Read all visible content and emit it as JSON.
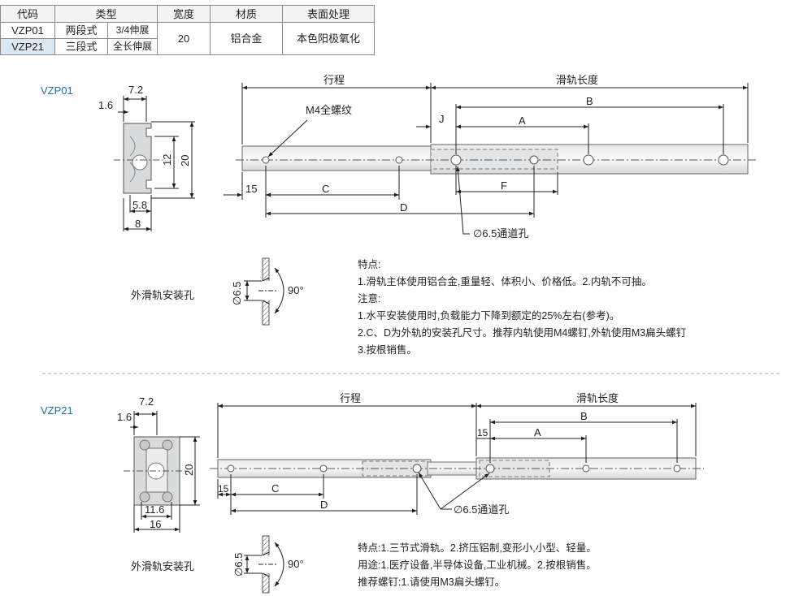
{
  "table": {
    "headers": {
      "code": "代码",
      "type": "类型",
      "width": "宽度",
      "material": "材质",
      "surface": "表面处理"
    },
    "rows": [
      {
        "code": "VZP01",
        "stages": "两段式",
        "ext": "3/4伸展"
      },
      {
        "code": "VZP21",
        "stages": "三段式",
        "ext": "全长伸展"
      }
    ],
    "width_value": "20",
    "material_value": "铝合金",
    "surface_value": "本色阳极氧化"
  },
  "vzp01": {
    "model": "VZP01",
    "section": {
      "w_top": "7.2",
      "w_left": "1.6",
      "h_inner": "12",
      "h_total": "20",
      "w_bottom": "5.8",
      "w_total": "8"
    },
    "side": {
      "stroke": "行程",
      "rail_len": "滑轨长度",
      "m4": "M4全螺纹",
      "j": "J",
      "a": "A",
      "b": "B",
      "d15": "15",
      "c": "C",
      "d": "D",
      "f": "F",
      "hole": "∅6.5通道孔"
    },
    "hole_label": "外滑轨安装孔",
    "hole_dia": "∅6.5",
    "angle": "90°",
    "notes": {
      "title": "特点:",
      "f1": "1.滑轨主体使用铝合金,重量轻、体积小、价格低。2.内轨不可抽。",
      "caution_title": "注意:",
      "c1": "1.水平安装使用时,负载能力下降到额定的25%左右(参考)。",
      "c2": "2.C、D为外轨的安装孔尺寸。推荐内轨使用M4螺钉,外轨使用M3扁头螺钉",
      "c3": "3.按根销售。"
    }
  },
  "vzp21": {
    "model": "VZP21",
    "section": {
      "w_top": "7.2",
      "w_left": "1.6",
      "h_total": "20",
      "w_bottom": "11.6",
      "w_total": "16"
    },
    "side": {
      "stroke": "行程",
      "rail_len": "滑轨长度",
      "d15_top": "15",
      "a": "A",
      "b": "B",
      "d15": "15",
      "c": "C",
      "d": "D",
      "hole": "∅6.5通道孔"
    },
    "hole_label": "外滑轨安装孔",
    "hole_dia": "∅6.5",
    "angle": "90°",
    "notes": {
      "l1": "特点:1.三节式滑轨。2.挤压铝制,变形小,小型、轻量。",
      "l2": "用途:1.医疗设备,半导体设备,工业机械。2.按根销售。",
      "l3": "推荐螺钉:1.请使用M3扁头螺钉。"
    }
  }
}
